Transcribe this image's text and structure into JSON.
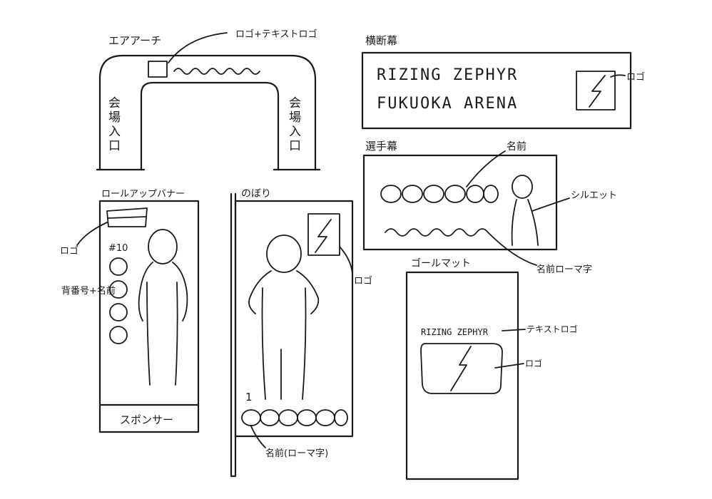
{
  "air_arch": {
    "title": "エアアーチ",
    "logo_label": "ロゴ+テキストロゴ",
    "left_pillar": "会場入口",
    "right_pillar": "会場入口"
  },
  "banner": {
    "title": "横断幕",
    "line1": "RIZING ZEPHYR",
    "line2": "FUKUOKA ARENA",
    "logo_label": "ロゴ"
  },
  "player_banner": {
    "title": "選手幕",
    "name_label": "名前",
    "silhouette_label": "シルエット",
    "roman_label": "名前ローマ字"
  },
  "rollup": {
    "title": "ロールアップバナー",
    "logo_label": "ロゴ",
    "number": "#10",
    "number_name_label": "背番号+名前",
    "sponsor_label": "スポンサー"
  },
  "nobori": {
    "title": "のぼり",
    "logo_label": "ロゴ",
    "number": "1",
    "name_label": "名前(ローマ字)"
  },
  "goal_mat": {
    "title": "ゴールマット",
    "text_logo": "RIZING ZEPHYR",
    "text_logo_label": "テキストロゴ",
    "logo_label": "ロゴ"
  }
}
